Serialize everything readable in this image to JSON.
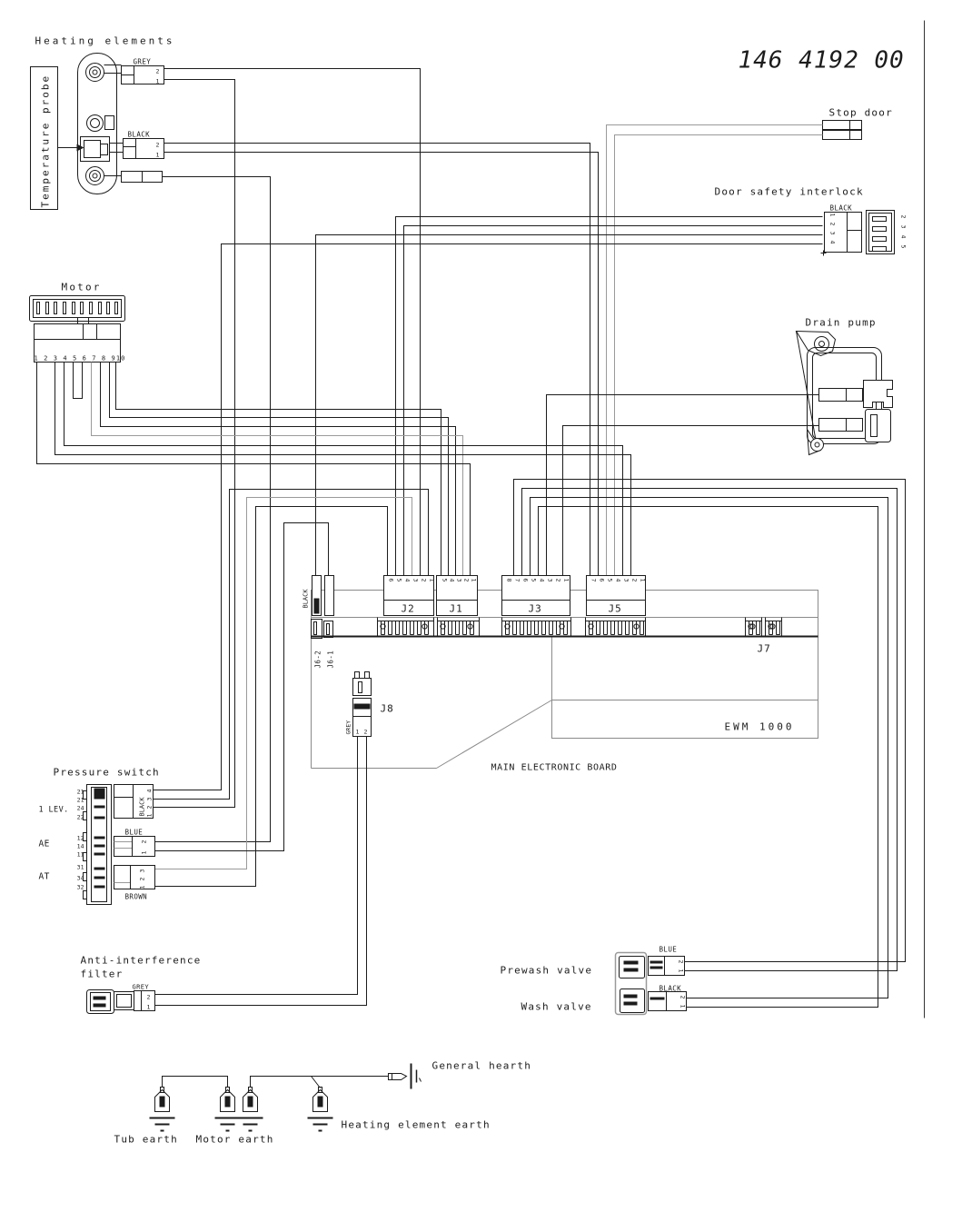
{
  "part_number": "146 4192 00",
  "labels": {
    "heating_elements": "Heating elements",
    "temperature_probe": "Temperature probe",
    "stop_door": "Stop door",
    "door_safety_interlock": "Door safety interlock",
    "motor": "Motor",
    "drain_pump": "Drain pump",
    "pressure_switch": "Pressure switch",
    "one_lev": "1 LEV.",
    "ae": "AE",
    "at": "AT",
    "anti_interference": "Anti-interference",
    "filter": "filter",
    "prewash_valve": "Prewash valve",
    "wash_valve": "Wash valve",
    "general_hearth": "General hearth",
    "heating_element_earth": "Heating element earth",
    "tub_earth": "Tub earth",
    "motor_earth": "Motor earth",
    "main_board": "MAIN ELECTRONIC BOARD",
    "ewm": "EWM 1000"
  },
  "connectors": {
    "j1": "J1",
    "j2": "J2",
    "j3": "J3",
    "j5": "J5",
    "j7": "J7",
    "j8": "J8",
    "j6_1": "J6-1",
    "j6_2": "J6-2"
  },
  "wire_labels": {
    "grey_heating": "GREY",
    "black_heating": "BLACK",
    "black_door": "BLACK",
    "black_j6": "BLACK",
    "grey_j8": "GREY",
    "black_ps": "BLACK",
    "blue_ps": "BLUE",
    "brown_ps": "BROWN",
    "grey_filter": "GREY",
    "blue_valve": "BLUE",
    "black_valve": "BLACK"
  },
  "pins": {
    "motor_row": "1 2 3 4 5 6 7 8 910",
    "grey_conn": [
      "2",
      "1"
    ],
    "black_conn": [
      "2",
      "1"
    ],
    "door_left": [
      "1",
      "2",
      "3",
      "4"
    ],
    "door_right": [
      "2",
      "3",
      "4",
      "5"
    ],
    "j2": [
      "6",
      "5",
      "4",
      "3",
      "2",
      "1"
    ],
    "j1": [
      "5",
      "4",
      "3",
      "2",
      "1"
    ],
    "j3": [
      "8",
      "7",
      "6",
      "5",
      "4",
      "3",
      "2",
      "1"
    ],
    "j5": [
      "7",
      "6",
      "5",
      "4",
      "3",
      "2",
      "1"
    ],
    "j8": [
      "1",
      "2"
    ],
    "ps_rows_lev": [
      "21",
      "21",
      "24",
      "22"
    ],
    "ps_rows_ae": [
      "12",
      "14",
      "11"
    ],
    "ps_rows_at": [
      "31",
      "34",
      "32"
    ],
    "ps_black": [
      "4",
      "3",
      "2",
      "1"
    ],
    "ps_blue": [
      "2",
      "1"
    ],
    "ps_at": [
      "3",
      "2",
      "1"
    ],
    "filter_conn": [
      "2",
      "1"
    ],
    "valve_blue": [
      "2",
      "1"
    ],
    "valve_black": [
      "2",
      "1"
    ]
  }
}
